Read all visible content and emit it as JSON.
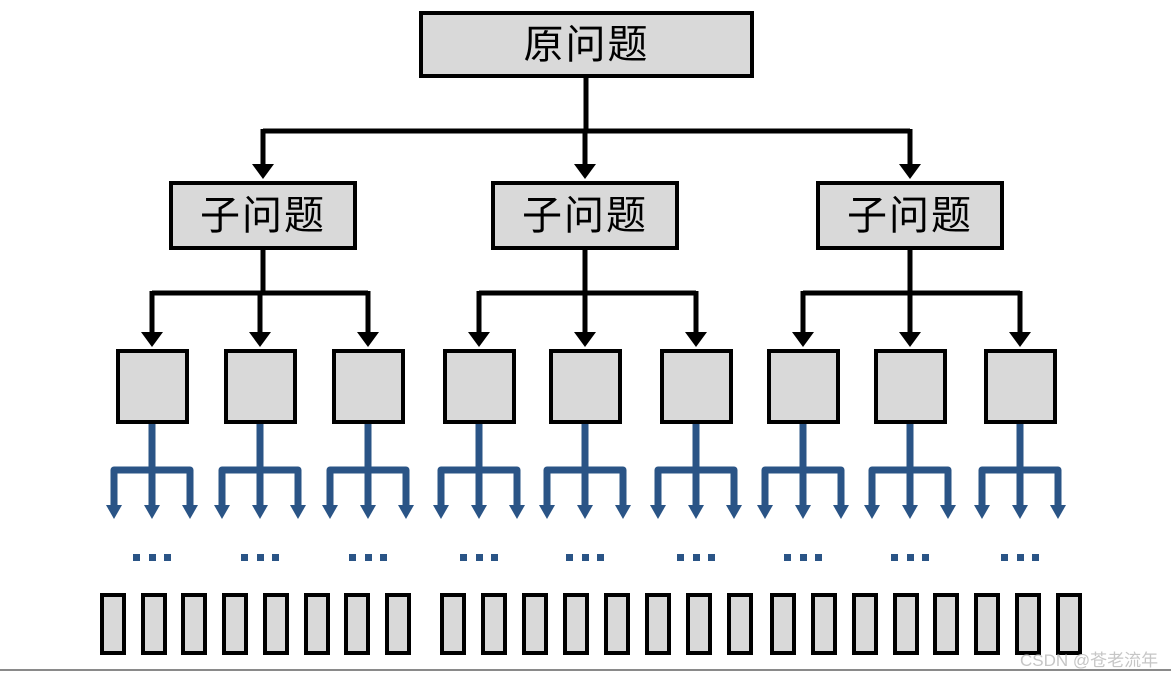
{
  "diagram": {
    "root_label": "原问题",
    "subproblem_labels": [
      "子问题",
      "子问题",
      "子问题"
    ],
    "ellipsis": "...",
    "watermark": "CSDN @苍老流年",
    "colors": {
      "box_fill": "#D9D9D9",
      "box_border": "#000000",
      "connector_black": "#000000",
      "connector_blue": "#2A5486",
      "divider_gray": "#8a8a8a",
      "watermark_gray": "#c6c6c6"
    },
    "structure": {
      "subproblems": 3,
      "blocks_per_subproblem": 3,
      "blue_arrows_per_block": 3,
      "ellipsis_groups": 9,
      "leaf_groups": 3,
      "leaves_per_group": 8,
      "total_leaves": 24
    }
  }
}
